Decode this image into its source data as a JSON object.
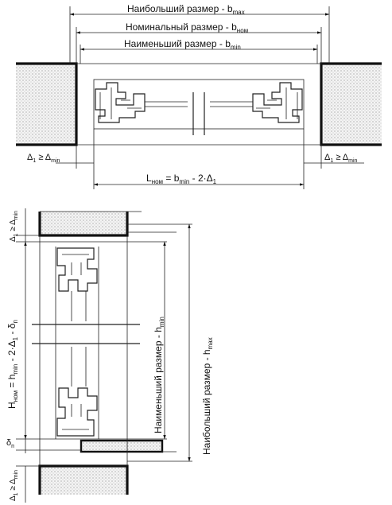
{
  "colors": {
    "line": "#222222",
    "wall_hatch": "#9a9a9a",
    "background": "#ffffff"
  },
  "top_drawing": {
    "dim_max_label": "Наибольший размер - b",
    "dim_max_sub": "max",
    "dim_nom_label": "Номинальный размер - b",
    "dim_nom_sub": "ном",
    "dim_min_label": "Наименьший размер - b",
    "dim_min_sub": "min",
    "gap_left_label": "Δ",
    "gap_left_sub1": "1",
    "gap_left_rel": " ≥ Δ",
    "gap_left_sub2": "min",
    "gap_right_label": "Δ",
    "gap_right_sub1": "1",
    "gap_right_rel": " ≥ Δ",
    "gap_right_sub2": "min",
    "l_nom_L": "L",
    "l_nom_sub": "ном",
    "l_nom_eq": " = b",
    "l_nom_sub2": "min",
    "l_nom_tail": " - 2·Δ",
    "l_nom_sub3": "1"
  },
  "bottom_drawing": {
    "gap_top_label": "Δ",
    "gap_top_sub1": "1",
    "gap_top_rel": " ≥ Δ",
    "gap_top_sub2": "min",
    "gap_bottom_label": "Δ",
    "gap_bottom_sub1": "1",
    "gap_bottom_rel": " ≥ Δ",
    "gap_bottom_sub2": "min",
    "h_nom_H": "H",
    "h_nom_sub": "ном",
    "h_nom_eq": " = h",
    "h_nom_sub2": "min",
    "h_nom_tail": " - 2·Δ",
    "h_nom_sub3": "1",
    "h_nom_tail2": " - δ",
    "h_nom_sub4": "п",
    "delta_p": "δ",
    "delta_p_sub": "п",
    "dim_min_label": "Наименьший размер - h",
    "dim_min_sub": "min",
    "dim_max_label": "Наибольший размер - h",
    "dim_max_sub": "max"
  }
}
